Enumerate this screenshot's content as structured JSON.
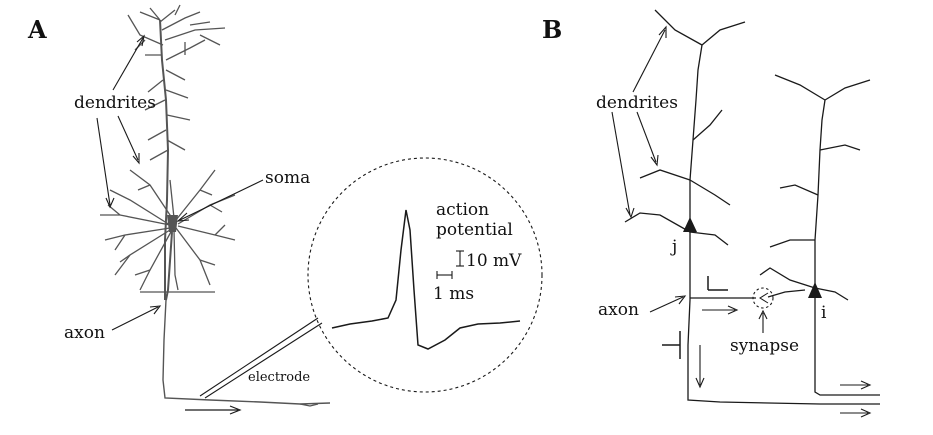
{
  "panel_a": {
    "letter": "A",
    "labels": {
      "dendrites": "dendrites",
      "soma": "soma",
      "axon": "axon",
      "action_potential_line1": "action",
      "action_potential_line2": "potential",
      "scale_voltage": "10 mV",
      "scale_time": "1 ms",
      "electrode": "electrode"
    }
  },
  "panel_b": {
    "letter": "B",
    "labels": {
      "dendrites": "dendrites",
      "axon": "axon",
      "synapse": "synapse",
      "neuron_j": "j",
      "neuron_i": "i"
    }
  },
  "colors": {
    "ink": "#1a1a1a",
    "neuron_gray": "#555555",
    "background": "#ffffff"
  }
}
